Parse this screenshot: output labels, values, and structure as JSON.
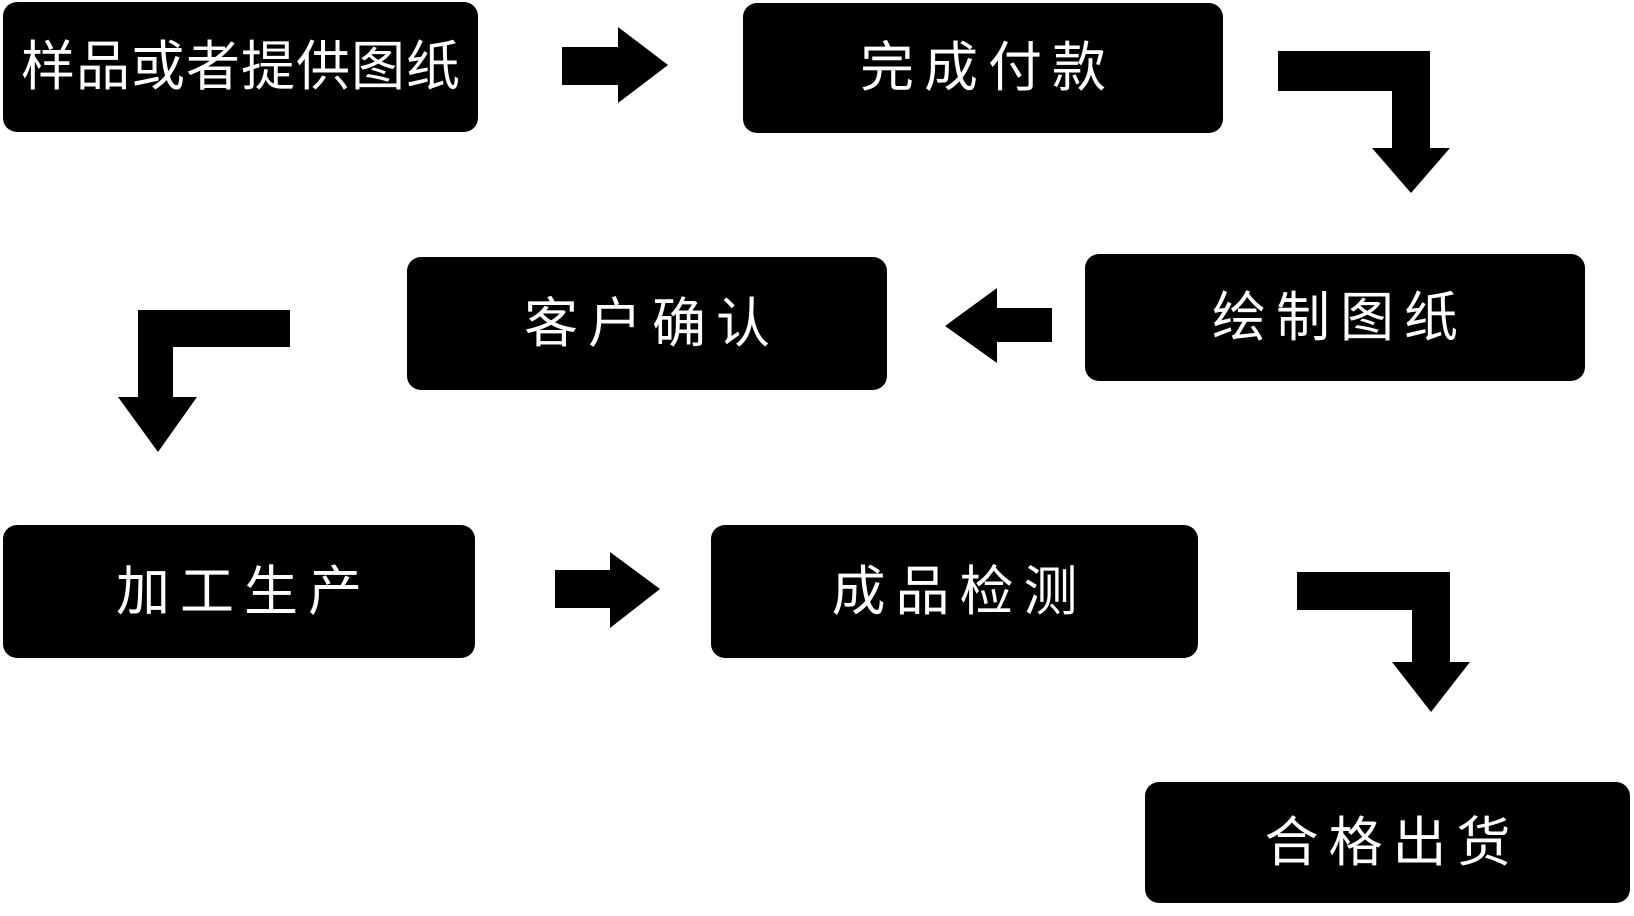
{
  "diagram": {
    "type": "flowchart",
    "background_color": "#ffffff",
    "node_fill": "#000000",
    "node_text_color": "#ffffff",
    "arrow_color": "#000000",
    "nodes": [
      {
        "id": "step-1",
        "label": "样品或者提供图纸"
      },
      {
        "id": "step-2",
        "label": "完成付款"
      },
      {
        "id": "step-3",
        "label": "绘制图纸"
      },
      {
        "id": "step-4",
        "label": "客户确认"
      },
      {
        "id": "step-5",
        "label": "加工生产"
      },
      {
        "id": "step-6",
        "label": "成品检测"
      },
      {
        "id": "step-7",
        "label": "合格出货"
      }
    ],
    "edges": [
      {
        "from": "step-1",
        "to": "step-2",
        "shape": "straight-right-arrow"
      },
      {
        "from": "step-2",
        "to": "step-3",
        "shape": "elbow-right-then-down-arrow"
      },
      {
        "from": "step-3",
        "to": "step-4",
        "shape": "straight-left-arrow"
      },
      {
        "from": "step-4",
        "to": "step-5",
        "shape": "elbow-left-then-down-arrow"
      },
      {
        "from": "step-5",
        "to": "step-6",
        "shape": "straight-right-arrow"
      },
      {
        "from": "step-6",
        "to": "step-7",
        "shape": "elbow-right-then-down-arrow"
      }
    ]
  }
}
